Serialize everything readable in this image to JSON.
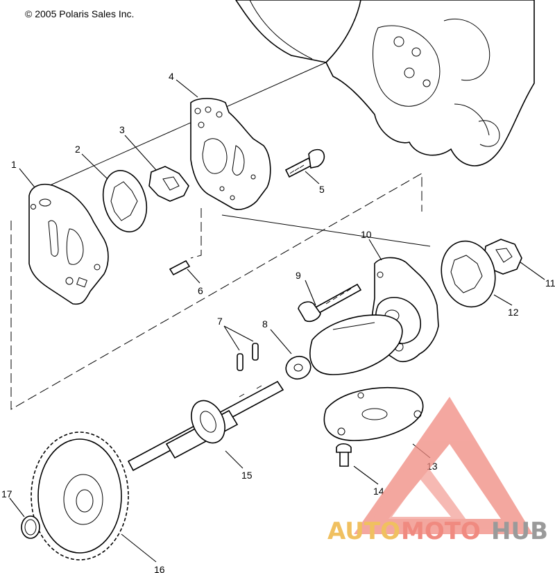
{
  "copyright": "© 2005 Polaris Sales Inc.",
  "callouts": [
    {
      "id": 1,
      "label": "1"
    },
    {
      "id": 2,
      "label": "2"
    },
    {
      "id": 3,
      "label": "3"
    },
    {
      "id": 4,
      "label": "4"
    },
    {
      "id": 5,
      "label": "5"
    },
    {
      "id": 6,
      "label": "6"
    },
    {
      "id": 7,
      "label": "7"
    },
    {
      "id": 8,
      "label": "8"
    },
    {
      "id": 9,
      "label": "9"
    },
    {
      "id": 10,
      "label": "10"
    },
    {
      "id": 11,
      "label": "11"
    },
    {
      "id": 12,
      "label": "12"
    },
    {
      "id": 13,
      "label": "13"
    },
    {
      "id": 14,
      "label": "14"
    },
    {
      "id": 15,
      "label": "15"
    },
    {
      "id": 16,
      "label": "16"
    },
    {
      "id": 17,
      "label": "17"
    }
  ],
  "watermark": {
    "part1": "AUTO",
    "part2": "MOTO",
    "part3": "HUB",
    "colors": {
      "auto": "#f0c060",
      "moto": "#f08a80",
      "hub": "#9a9a9a",
      "logo": "#f08a80"
    }
  }
}
